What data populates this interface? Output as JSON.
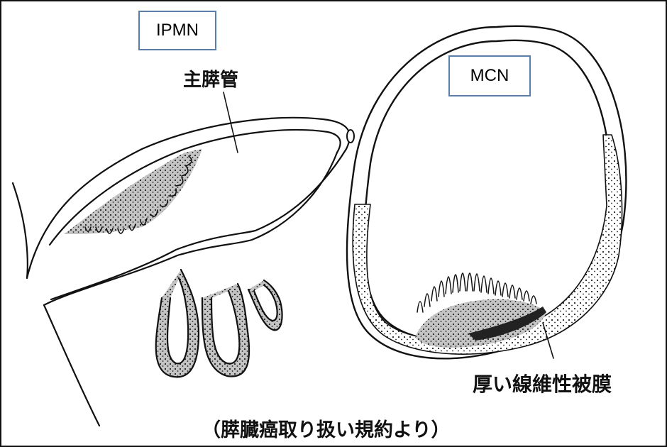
{
  "labels": {
    "ipmn": "IPMN",
    "mcn": "MCN",
    "main_duct": "主膵管",
    "fibrous_capsule": "厚い線維性被膜",
    "source": "（膵臓癌取り扱い規約より）"
  },
  "colors": {
    "line": "#111111",
    "tissue_fill": "#bdbdbd",
    "label_border": "#5b7ea8"
  }
}
